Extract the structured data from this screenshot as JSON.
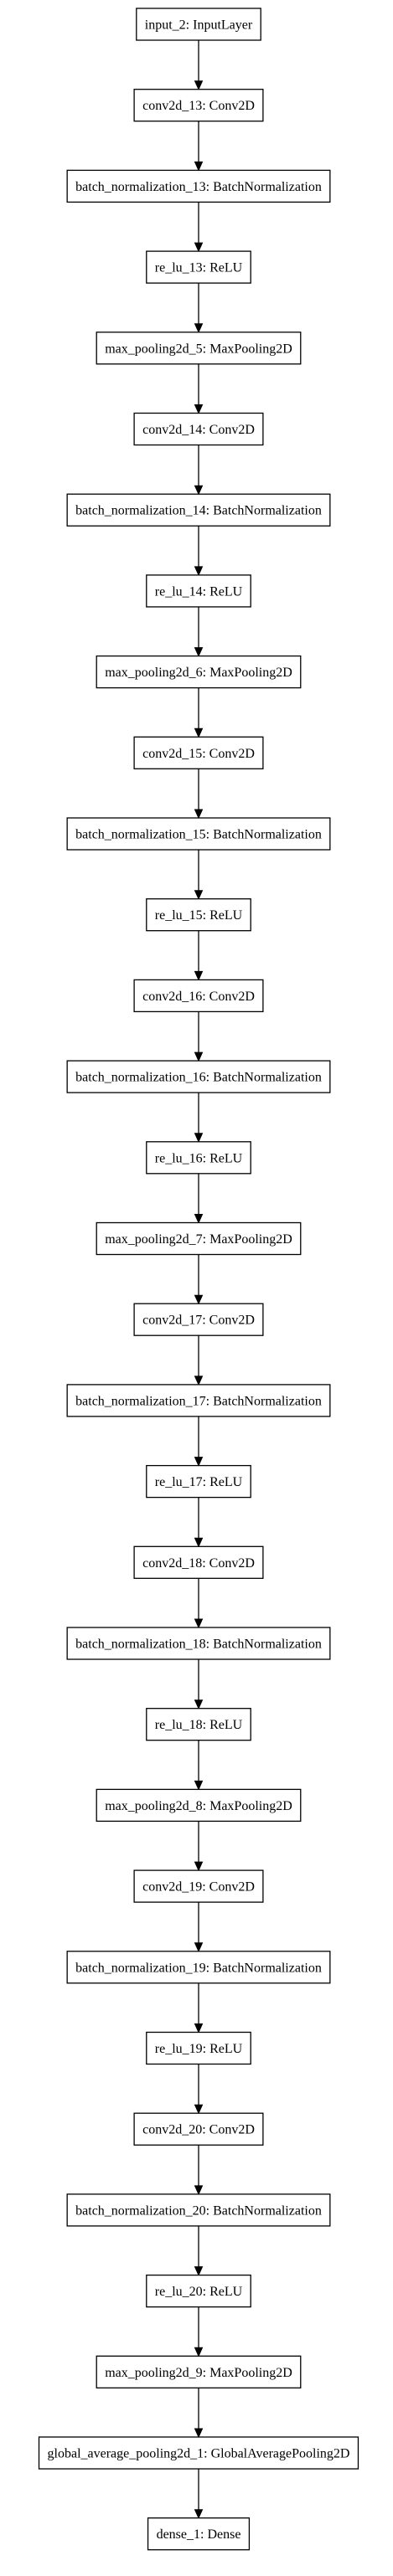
{
  "nodes": [
    {
      "id": "input_2",
      "label": "input_2: InputLayer"
    },
    {
      "id": "conv2d_13",
      "label": "conv2d_13: Conv2D"
    },
    {
      "id": "batch_normalization_13",
      "label": "batch_normalization_13: BatchNormalization"
    },
    {
      "id": "re_lu_13",
      "label": "re_lu_13: ReLU"
    },
    {
      "id": "max_pooling2d_5",
      "label": "max_pooling2d_5: MaxPooling2D"
    },
    {
      "id": "conv2d_14",
      "label": "conv2d_14: Conv2D"
    },
    {
      "id": "batch_normalization_14",
      "label": "batch_normalization_14: BatchNormalization"
    },
    {
      "id": "re_lu_14",
      "label": "re_lu_14: ReLU"
    },
    {
      "id": "max_pooling2d_6",
      "label": "max_pooling2d_6: MaxPooling2D"
    },
    {
      "id": "conv2d_15",
      "label": "conv2d_15: Conv2D"
    },
    {
      "id": "batch_normalization_15",
      "label": "batch_normalization_15: BatchNormalization"
    },
    {
      "id": "re_lu_15",
      "label": "re_lu_15: ReLU"
    },
    {
      "id": "conv2d_16",
      "label": "conv2d_16: Conv2D"
    },
    {
      "id": "batch_normalization_16",
      "label": "batch_normalization_16: BatchNormalization"
    },
    {
      "id": "re_lu_16",
      "label": "re_lu_16: ReLU"
    },
    {
      "id": "max_pooling2d_7",
      "label": "max_pooling2d_7: MaxPooling2D"
    },
    {
      "id": "conv2d_17",
      "label": "conv2d_17: Conv2D"
    },
    {
      "id": "batch_normalization_17",
      "label": "batch_normalization_17: BatchNormalization"
    },
    {
      "id": "re_lu_17",
      "label": "re_lu_17: ReLU"
    },
    {
      "id": "conv2d_18",
      "label": "conv2d_18: Conv2D"
    },
    {
      "id": "batch_normalization_18",
      "label": "batch_normalization_18: BatchNormalization"
    },
    {
      "id": "re_lu_18",
      "label": "re_lu_18: ReLU"
    },
    {
      "id": "max_pooling2d_8",
      "label": "max_pooling2d_8: MaxPooling2D"
    },
    {
      "id": "conv2d_19",
      "label": "conv2d_19: Conv2D"
    },
    {
      "id": "batch_normalization_19",
      "label": "batch_normalization_19: BatchNormalization"
    },
    {
      "id": "re_lu_19",
      "label": "re_lu_19: ReLU"
    },
    {
      "id": "conv2d_20",
      "label": "conv2d_20: Conv2D"
    },
    {
      "id": "batch_normalization_20",
      "label": "batch_normalization_20: BatchNormalization"
    },
    {
      "id": "re_lu_20",
      "label": "re_lu_20: ReLU"
    },
    {
      "id": "max_pooling2d_9",
      "label": "max_pooling2d_9: MaxPooling2D"
    },
    {
      "id": "global_average_pooling2d_1",
      "label": "global_average_pooling2d_1: GlobalAveragePooling2D"
    },
    {
      "id": "dense_1",
      "label": "dense_1: Dense"
    }
  ],
  "edges": [
    [
      "input_2",
      "conv2d_13"
    ],
    [
      "conv2d_13",
      "batch_normalization_13"
    ],
    [
      "batch_normalization_13",
      "re_lu_13"
    ],
    [
      "re_lu_13",
      "max_pooling2d_5"
    ],
    [
      "max_pooling2d_5",
      "conv2d_14"
    ],
    [
      "conv2d_14",
      "batch_normalization_14"
    ],
    [
      "batch_normalization_14",
      "re_lu_14"
    ],
    [
      "re_lu_14",
      "max_pooling2d_6"
    ],
    [
      "max_pooling2d_6",
      "conv2d_15"
    ],
    [
      "conv2d_15",
      "batch_normalization_15"
    ],
    [
      "batch_normalization_15",
      "re_lu_15"
    ],
    [
      "re_lu_15",
      "conv2d_16"
    ],
    [
      "conv2d_16",
      "batch_normalization_16"
    ],
    [
      "batch_normalization_16",
      "re_lu_16"
    ],
    [
      "re_lu_16",
      "max_pooling2d_7"
    ],
    [
      "max_pooling2d_7",
      "conv2d_17"
    ],
    [
      "conv2d_17",
      "batch_normalization_17"
    ],
    [
      "batch_normalization_17",
      "re_lu_17"
    ],
    [
      "re_lu_17",
      "conv2d_18"
    ],
    [
      "conv2d_18",
      "batch_normalization_18"
    ],
    [
      "batch_normalization_18",
      "re_lu_18"
    ],
    [
      "re_lu_18",
      "max_pooling2d_8"
    ],
    [
      "max_pooling2d_8",
      "conv2d_19"
    ],
    [
      "conv2d_19",
      "batch_normalization_19"
    ],
    [
      "batch_normalization_19",
      "re_lu_19"
    ],
    [
      "re_lu_19",
      "conv2d_20"
    ],
    [
      "conv2d_20",
      "batch_normalization_20"
    ],
    [
      "batch_normalization_20",
      "re_lu_20"
    ],
    [
      "re_lu_20",
      "max_pooling2d_9"
    ],
    [
      "max_pooling2d_9",
      "global_average_pooling2d_1"
    ],
    [
      "global_average_pooling2d_1",
      "dense_1"
    ]
  ],
  "colors": {
    "stroke": "#000000",
    "fill": "#ffffff",
    "text": "#000000"
  }
}
